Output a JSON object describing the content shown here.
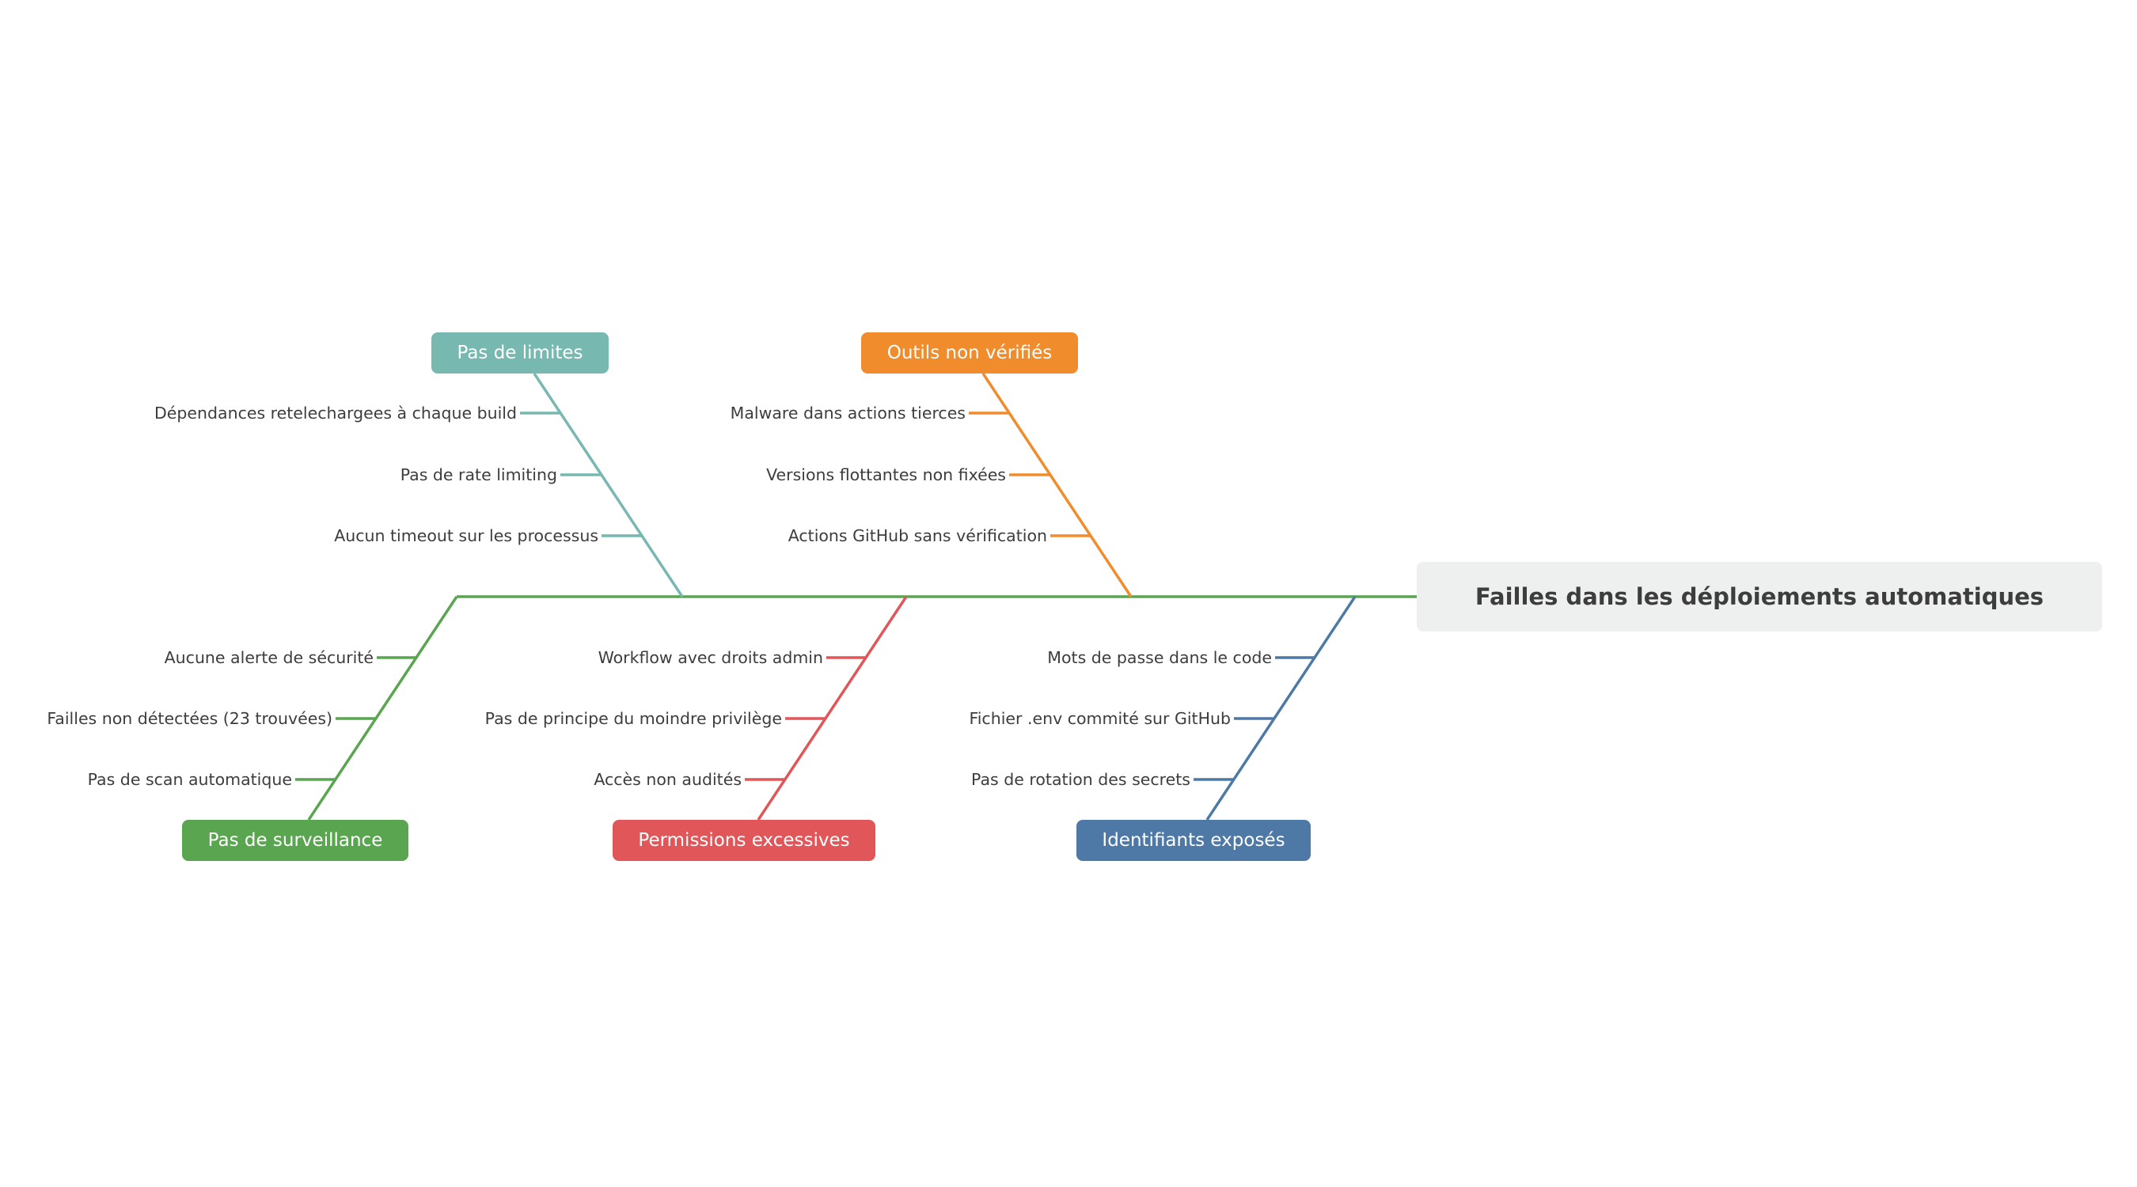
{
  "diagram": {
    "head": "Failles dans les déploiements automatiques",
    "spine_color": "#5aa550",
    "categories": [
      {
        "label": "Pas de limites",
        "color": "#77b8b0",
        "causes": [
          "Dépendances retelechargеes à chaque build",
          "Pas de rate limiting",
          "Aucun timeout sur les processus"
        ]
      },
      {
        "label": "Outils non vérifiés",
        "color": "#f08c2b",
        "causes": [
          "Malware dans actions tierces",
          "Versions flottantes non fixées",
          "Actions GitHub sans vérification"
        ]
      },
      {
        "label": "Pas de surveillance",
        "color": "#5aa550",
        "causes": [
          "Aucune alerte de sécurité",
          "Failles non détectées (23 trouvées)",
          "Pas de scan automatique"
        ]
      },
      {
        "label": "Permissions excessives",
        "color": "#e15759",
        "causes": [
          "Workflow avec droits admin",
          "Pas de principe du moindre privilège",
          "Accès non audités"
        ]
      },
      {
        "label": "Identifiants exposés",
        "color": "#4e79a7",
        "causes": [
          "Mots de passe dans le code",
          "Fichier .env commité sur GitHub",
          "Pas de rotation des secrets"
        ]
      }
    ]
  }
}
